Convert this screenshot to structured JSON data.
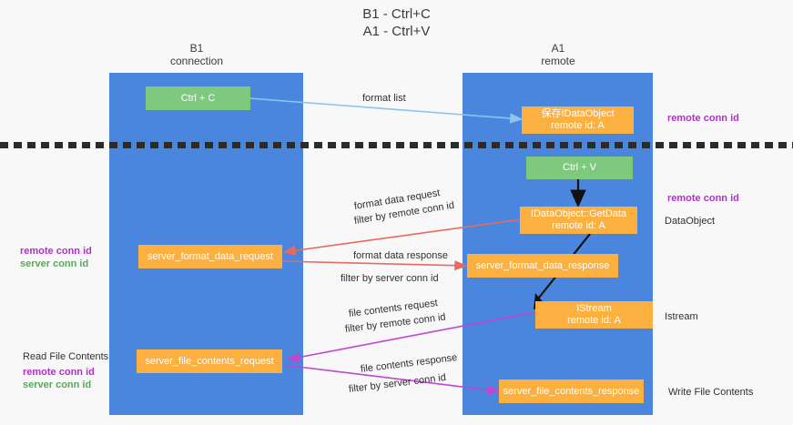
{
  "title": {
    "line1": "B1 - Ctrl+C",
    "line2": "A1 - Ctrl+V"
  },
  "columns": [
    {
      "id": "b1",
      "name": "B1",
      "sub": "connection"
    },
    {
      "id": "a1",
      "name": "A1",
      "sub": "remote"
    }
  ],
  "nodes": {
    "ctrl_c": "Ctrl + C",
    "ctrl_v": "Ctrl + V",
    "save_idataobject_l1": "保存IDataObject",
    "save_idataobject_l2": "remote id: A",
    "getdata_l1": "IDataObject::GetData",
    "getdata_l2": "remote id: A",
    "istream_l1": "IStream",
    "istream_l2": "remote id: A",
    "server_format_data_request": "server_format_data_request",
    "server_format_data_response": "server_format_data_response",
    "server_file_contents_request": "server_file_contents_request",
    "server_file_contents_response": "server_file_contents_response"
  },
  "edge_labels": {
    "format_list": "format list",
    "format_data_request": "format data request",
    "format_data_response": "format data response",
    "file_contents_request": "file contents request",
    "file_contents_response": "file contents response",
    "filter_by": "filter by",
    "remote_conn_id": "remote conn id",
    "server_conn_id": "server conn id"
  },
  "annotations": {
    "right_remote_conn_top": "remote conn id",
    "right_remote_conn_mid": "remote conn id",
    "dataobject": "DataObject",
    "istream": "Istream",
    "write_file_contents": "Write File Contents",
    "left_remote_conn_mid": "remote conn id",
    "left_server_conn_mid": "server conn id",
    "read_file_contents": "Read File Contents",
    "left_remote_conn_bottom": "remote conn id",
    "left_server_conn_bottom": "server conn id"
  },
  "colors": {
    "column_blue": "#4a86dd",
    "node_green": "#7ec97e",
    "node_orange": "#fbb040",
    "accent_purple": "#b030c8",
    "accent_green": "#5aa85a",
    "arrow_lightblue": "#8ec5ec",
    "arrow_red": "#e8695f",
    "arrow_magenta": "#c046d0",
    "arrow_black": "#111111",
    "background": "#f8f8f8"
  }
}
